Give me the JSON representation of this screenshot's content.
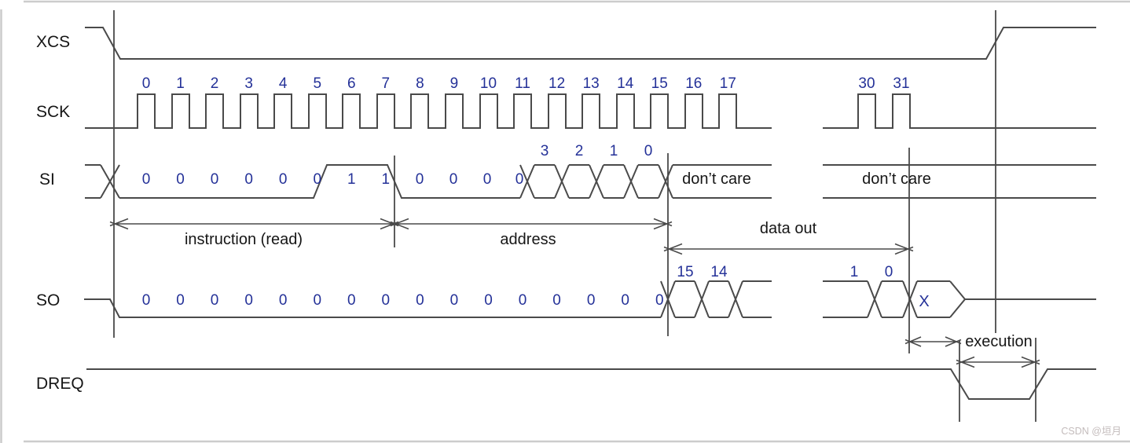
{
  "signals": {
    "xcs": "XCS",
    "sck": "SCK",
    "si": "SI",
    "so": "SO",
    "dreq": "DREQ"
  },
  "sck": {
    "clock_numbers": [
      "0",
      "1",
      "2",
      "3",
      "4",
      "5",
      "6",
      "7",
      "8",
      "9",
      "10",
      "11",
      "12",
      "13",
      "14",
      "15",
      "16",
      "17"
    ],
    "clock_numbers_late": [
      "30",
      "31"
    ]
  },
  "si": {
    "instruction_bits": [
      "0",
      "0",
      "0",
      "0",
      "0",
      "0",
      "1",
      "1"
    ],
    "address_zero_bits": [
      "0",
      "0",
      "0",
      "0"
    ],
    "address_bit_numbers": [
      "3",
      "2",
      "1",
      "0"
    ],
    "dont_care_1": "don’t care",
    "dont_care_2": "don’t care"
  },
  "so": {
    "zero_bits": [
      "0",
      "0",
      "0",
      "0",
      "0",
      "0",
      "0",
      "0",
      "0",
      "0",
      "0",
      "0",
      "0",
      "0",
      "0",
      "0"
    ],
    "data_bit_numbers_left": [
      "15",
      "14"
    ],
    "data_bit_numbers_right": [
      "1",
      "0"
    ],
    "undefined_label": "X"
  },
  "annotations": {
    "instruction": "instruction (read)",
    "address": "address",
    "data_out": "data out",
    "execution": "execution"
  },
  "watermark": "CSDN @垣月",
  "colors": {
    "line": "#4a4a4a",
    "text": "#161616",
    "digit": "#243198",
    "watermark": "#c4bcbc"
  }
}
